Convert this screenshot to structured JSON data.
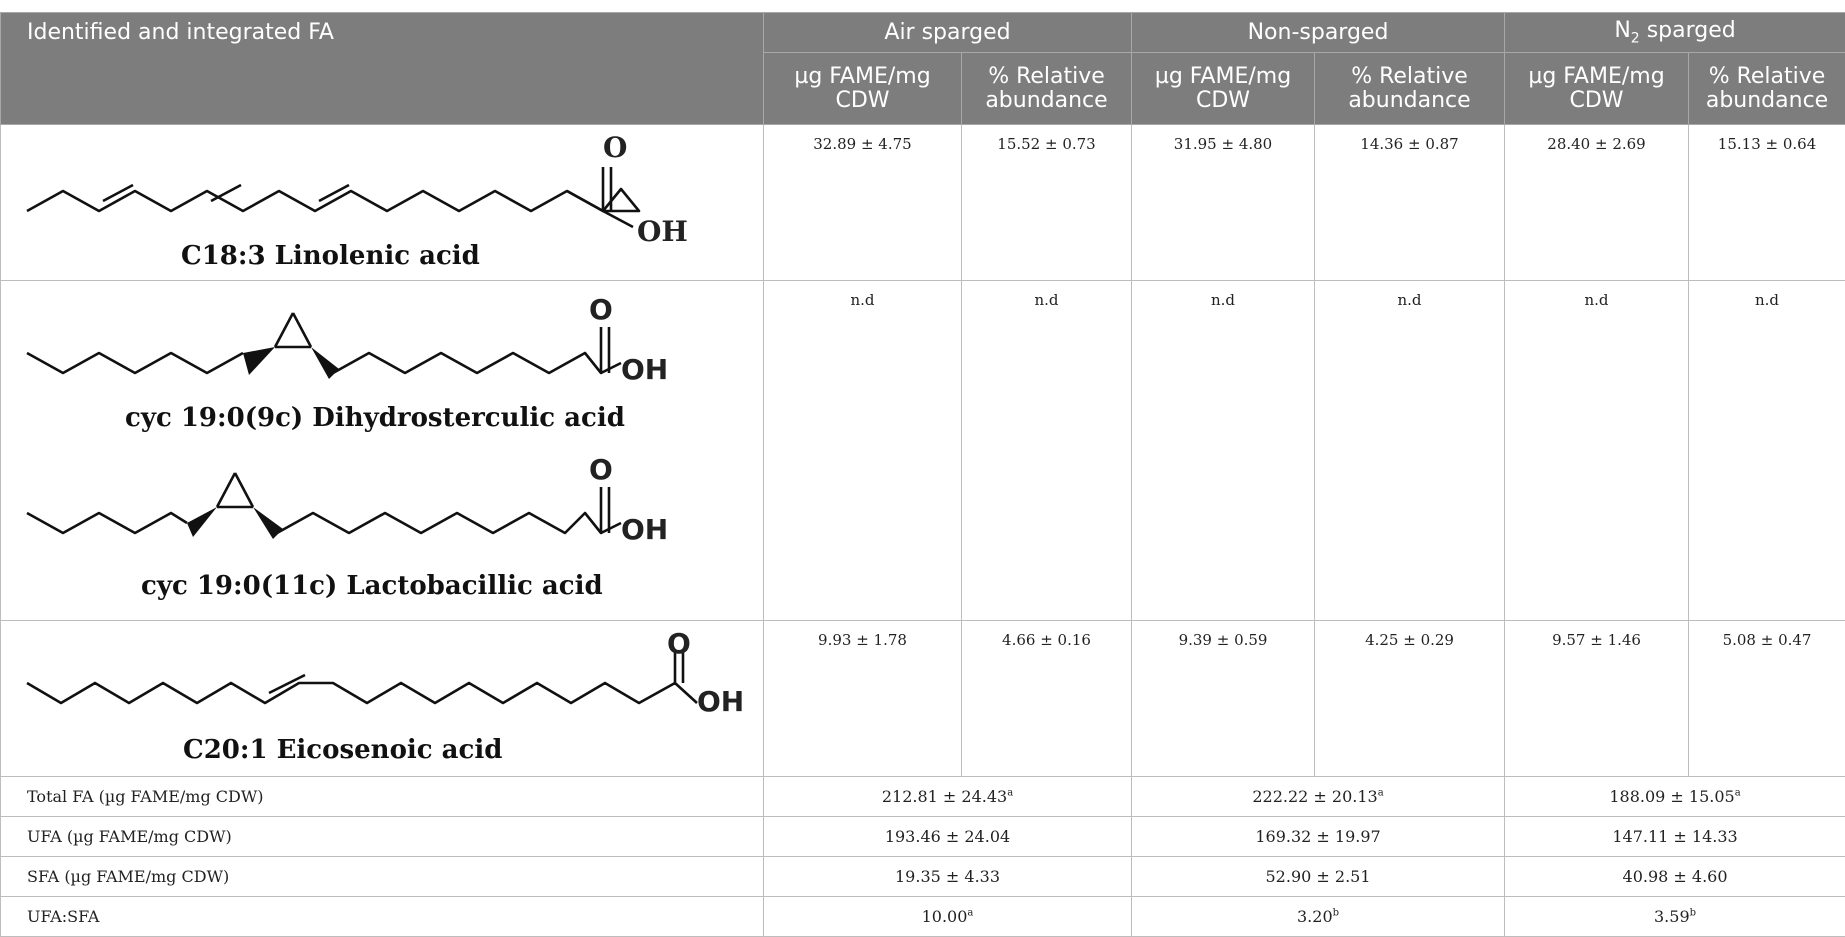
{
  "header": {
    "first_col": "Identified and integrated FA",
    "groups": [
      "Air sparged",
      "Non-sparged",
      "N sparged"
    ],
    "n2_prefix": "N",
    "n2_sub": "2",
    "n2_suffix": " sparged",
    "subcols": [
      "µg FAME/mg CDW",
      "% Relative abundance"
    ]
  },
  "rows": [
    {
      "name": "C18:3 Linolenic acid",
      "values": [
        "32.89 ± 4.75",
        "15.52 ± 0.73",
        "31.95 ± 4.80",
        "14.36 ± 0.87",
        "28.40 ± 2.69",
        "15.13 ± 0.64"
      ]
    },
    {
      "names": [
        "cyc 19:0(9c) Dihydrosterculic acid",
        "cyc 19:0(11c) Lactobacillic acid"
      ],
      "values": [
        "n.d",
        "n.d",
        "n.d",
        "n.d",
        "n.d",
        "n.d"
      ]
    },
    {
      "name": "C20:1 Eicosenoic acid",
      "values": [
        "9.93 ± 1.78",
        "4.66 ± 0.16",
        "9.39 ± 0.59",
        "4.25 ± 0.29",
        "9.57 ± 1.46",
        "5.08 ± 0.47"
      ]
    }
  ],
  "structure_labels": {
    "carbonyl_o": "O",
    "hydroxyl": "OH"
  },
  "summary": [
    {
      "label": "Total FA (µg FAME/mg CDW)",
      "values": [
        "212.81 ± 24.43",
        "222.22 ± 20.13",
        "188.09 ± 15.05"
      ],
      "sups": [
        "a",
        "a",
        "a"
      ]
    },
    {
      "label": "UFA (µg FAME/mg CDW)",
      "values": [
        "193.46 ± 24.04",
        "169.32 ± 19.97",
        "147.11 ± 14.33"
      ],
      "sups": [
        "",
        "",
        ""
      ]
    },
    {
      "label": "SFA (µg FAME/mg CDW)",
      "values": [
        "19.35 ± 4.33",
        "52.90 ± 2.51",
        "40.98 ± 4.60"
      ],
      "sups": [
        "",
        "",
        ""
      ]
    },
    {
      "label": "UFA:SFA",
      "values": [
        "10.00",
        "3.20",
        "3.59"
      ],
      "sups": [
        "a",
        "b",
        "b"
      ]
    }
  ]
}
